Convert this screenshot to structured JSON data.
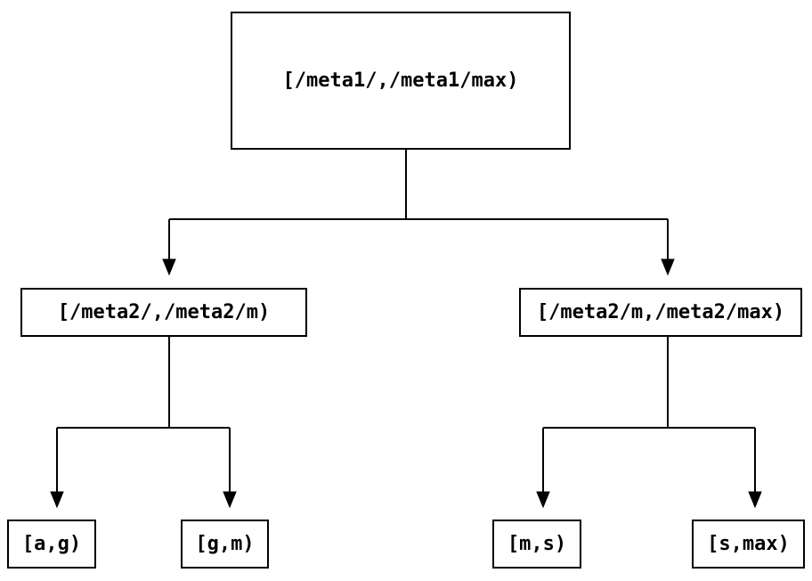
{
  "diagram": {
    "kind": "binary-range-partition-tree",
    "nodes": {
      "root": {
        "label": "[/meta1/,/meta1/max)"
      },
      "left": {
        "label": "[/meta2/,/meta2/m)"
      },
      "right": {
        "label": "[/meta2/m,/meta2/max)"
      },
      "left_left": {
        "label": "[a,g)"
      },
      "left_right": {
        "label": "[g,m)"
      },
      "right_left": {
        "label": "[m,s)"
      },
      "right_right": {
        "label": "[s,max)"
      }
    },
    "edges": [
      {
        "from": "root",
        "to": "left"
      },
      {
        "from": "root",
        "to": "right"
      },
      {
        "from": "left",
        "to": "left_left"
      },
      {
        "from": "left",
        "to": "left_right"
      },
      {
        "from": "right",
        "to": "right_left"
      },
      {
        "from": "right",
        "to": "right_right"
      }
    ],
    "colors": {
      "background": "#ffffff",
      "box_fill": "#ffffff",
      "box_border": "#000000",
      "line": "#000000",
      "text": "#000000"
    }
  }
}
